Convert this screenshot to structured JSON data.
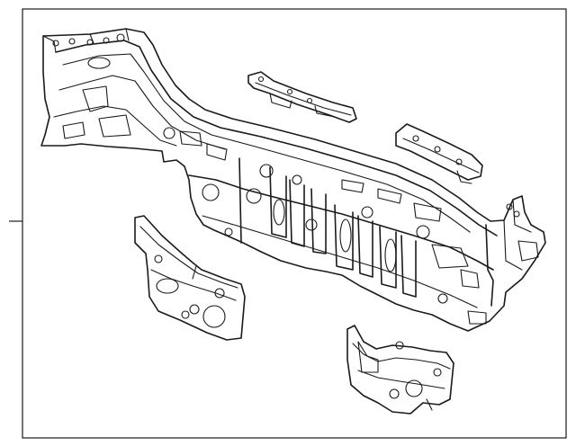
{
  "diagram": {
    "kind": "exploded parts line drawing",
    "colors": {
      "line": "#1a1a1a",
      "background": "#ffffff",
      "frame": "#1a1a1a"
    },
    "parts": [
      {
        "id": "rear-panel-assembly"
      },
      {
        "id": "upper-reinforcement-bracket-left"
      },
      {
        "id": "upper-reinforcement-bracket-right"
      },
      {
        "id": "side-extension-left"
      },
      {
        "id": "lower-extension-right"
      }
    ]
  }
}
